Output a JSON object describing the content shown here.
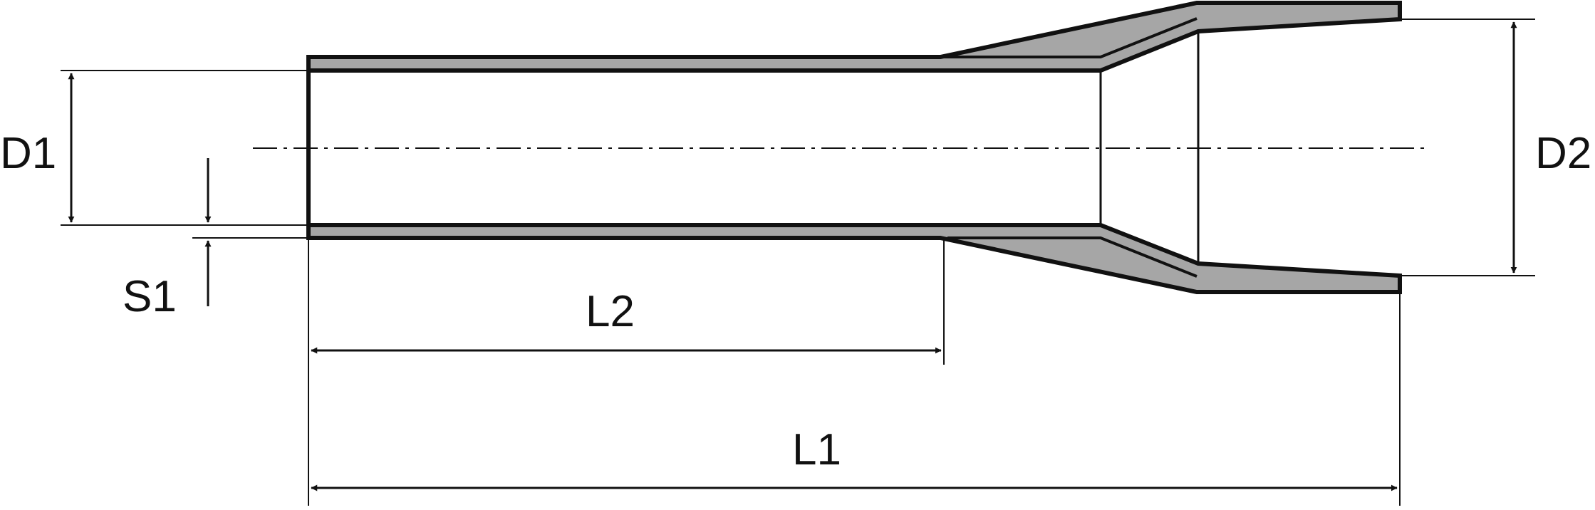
{
  "labels": {
    "d1": "D1",
    "d2": "D2",
    "s1": "S1",
    "l1": "L1",
    "l2": "L2"
  },
  "colors": {
    "outline": "#111111",
    "wall_fill": "#a6a6a6",
    "background": "#ffffff"
  }
}
